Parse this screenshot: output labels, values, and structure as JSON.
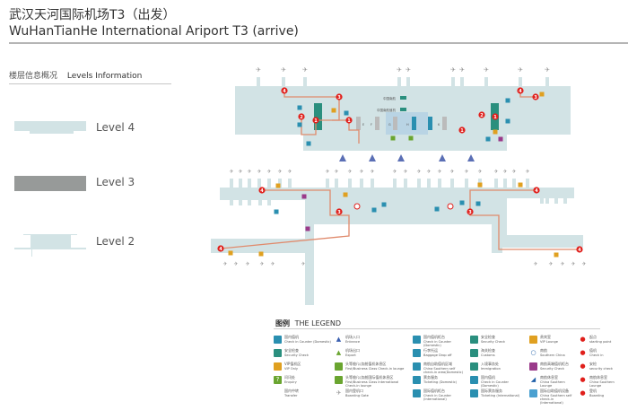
{
  "header": {
    "title_cn": "武汉天河国际机场T3（出发）",
    "title_en": "WuHanTianHe International  Ariport T3 (arrive)"
  },
  "levels": {
    "heading_cn": "楼层信息概况",
    "heading_en": "Levels Information",
    "items": [
      {
        "label": "Level 4",
        "color": "#d2e3e5"
      },
      {
        "label": "Level 3",
        "color": "#979a99"
      },
      {
        "label": "Level 2",
        "color": "#d2e3e5"
      }
    ]
  },
  "map": {
    "colors": {
      "floor": "#d2e3e5",
      "zone": "#b9d4e4",
      "route": "#e08a6c",
      "marker": "#e0201c",
      "counter": "#2a8f7e",
      "gate_icon": "#3a6fb0"
    },
    "zones": [
      "E",
      "F",
      "G",
      "H",
      "K"
    ],
    "labels": [
      "中国南航",
      "中国南航值机"
    ],
    "route_steps": [
      "1",
      "2",
      "3",
      "4"
    ]
  },
  "legend": {
    "title_cn": "图例",
    "title_en": "THE LEGEND",
    "items": [
      {
        "cn": "国内值机",
        "en": "Check in Counter (Domestic)",
        "color": "#2a8fb0",
        "icon": "square"
      },
      {
        "cn": "安全检查",
        "en": "Security Check",
        "color": "#2a8f7e",
        "icon": "square"
      },
      {
        "cn": "VIP值机区",
        "en": "VIP Only",
        "color": "#e0a020",
        "icon": "square"
      },
      {
        "cn": "问讯处",
        "en": "Enquiry",
        "color": "#6aa530",
        "icon": "question"
      },
      {
        "cn": "国内中转",
        "en": "Transfer",
        "color": "transparent",
        "icon": "none"
      },
      {
        "cn": "机场入口",
        "en": "Entrance",
        "color": "#3a5fb0",
        "icon": "triangle"
      },
      {
        "cn": "机场出口",
        "en": "Export",
        "color": "#6aa530",
        "icon": "triangle"
      },
      {
        "cn": "头等舱/公务舱值机休息区",
        "en": "First/Business Class Check-in lounge",
        "color": "#6aa530",
        "icon": "square"
      },
      {
        "cn": "头等舱/公务舱国际值机休息区",
        "en": "First/Business Class International Check-in lounge",
        "color": "#6aa530",
        "icon": "square"
      },
      {
        "cn": "国内登机口",
        "en": "Boarding Gate",
        "color": "#999",
        "icon": "plane"
      },
      {
        "cn": "国内值机柜台",
        "en": "Check in Counter (Domestic)",
        "color": "#2a8fb0",
        "icon": "square"
      },
      {
        "cn": "行李托运",
        "en": "Baggage Drop off",
        "color": "#2a8fb0",
        "icon": "square"
      },
      {
        "cn": "南航自助值机区域",
        "en": "China Southern self check-in area(Domestic)",
        "color": "#2a8fb0",
        "icon": "square"
      },
      {
        "cn": "票务服务",
        "en": "Ticketing (Domestic)",
        "color": "#2a8fb0",
        "icon": "square"
      },
      {
        "cn": "国际值机柜台",
        "en": "Check in Counter (International)",
        "color": "#2a8fb0",
        "icon": "square"
      },
      {
        "cn": "安全检查",
        "en": "Security Check",
        "color": "#2a8f7e",
        "icon": "square"
      },
      {
        "cn": "海关检查",
        "en": "Customs",
        "color": "#2a8f7e",
        "icon": "square"
      },
      {
        "cn": "入境事务处",
        "en": "Immigration",
        "color": "#2a8f7e",
        "icon": "square"
      },
      {
        "cn": "国内值机",
        "en": "Check in Counter (Domestic)",
        "color": "#2a8fb0",
        "icon": "square"
      },
      {
        "cn": "国际票务服务",
        "en": "Ticketing (International)",
        "color": "#2a8fb0",
        "icon": "square"
      },
      {
        "cn": "贵宾室",
        "en": "VIP Lounge",
        "color": "#e0a020",
        "icon": "square"
      },
      {
        "cn": "南航",
        "en": "Southern China",
        "color": "#1f5fa8",
        "icon": "ring"
      },
      {
        "cn": "南航高端值机柜台",
        "en": "Security Check",
        "color": "#9a3a8a",
        "icon": "square"
      },
      {
        "cn": "南航休息室",
        "en": "China Southern Lounge",
        "color": "#1f5fa8",
        "icon": "tail"
      },
      {
        "cn": "国际自助值机设备",
        "en": "China Southern self check-in (International)",
        "color": "#4aa0d0",
        "icon": "square"
      },
      {
        "cn": "起点",
        "en": "starting point",
        "color": "#e0201c",
        "icon": "pin"
      },
      {
        "cn": "值机",
        "en": "Check in",
        "color": "#e0201c",
        "icon": "pin"
      },
      {
        "cn": "安检",
        "en": "security check",
        "color": "#e0201c",
        "icon": "pin"
      },
      {
        "cn": "南航休息室",
        "en": "China Southern Lounge",
        "color": "#e0201c",
        "icon": "pin"
      },
      {
        "cn": "登机",
        "en": "Boarding",
        "color": "#e0201c",
        "icon": "pin"
      }
    ]
  }
}
